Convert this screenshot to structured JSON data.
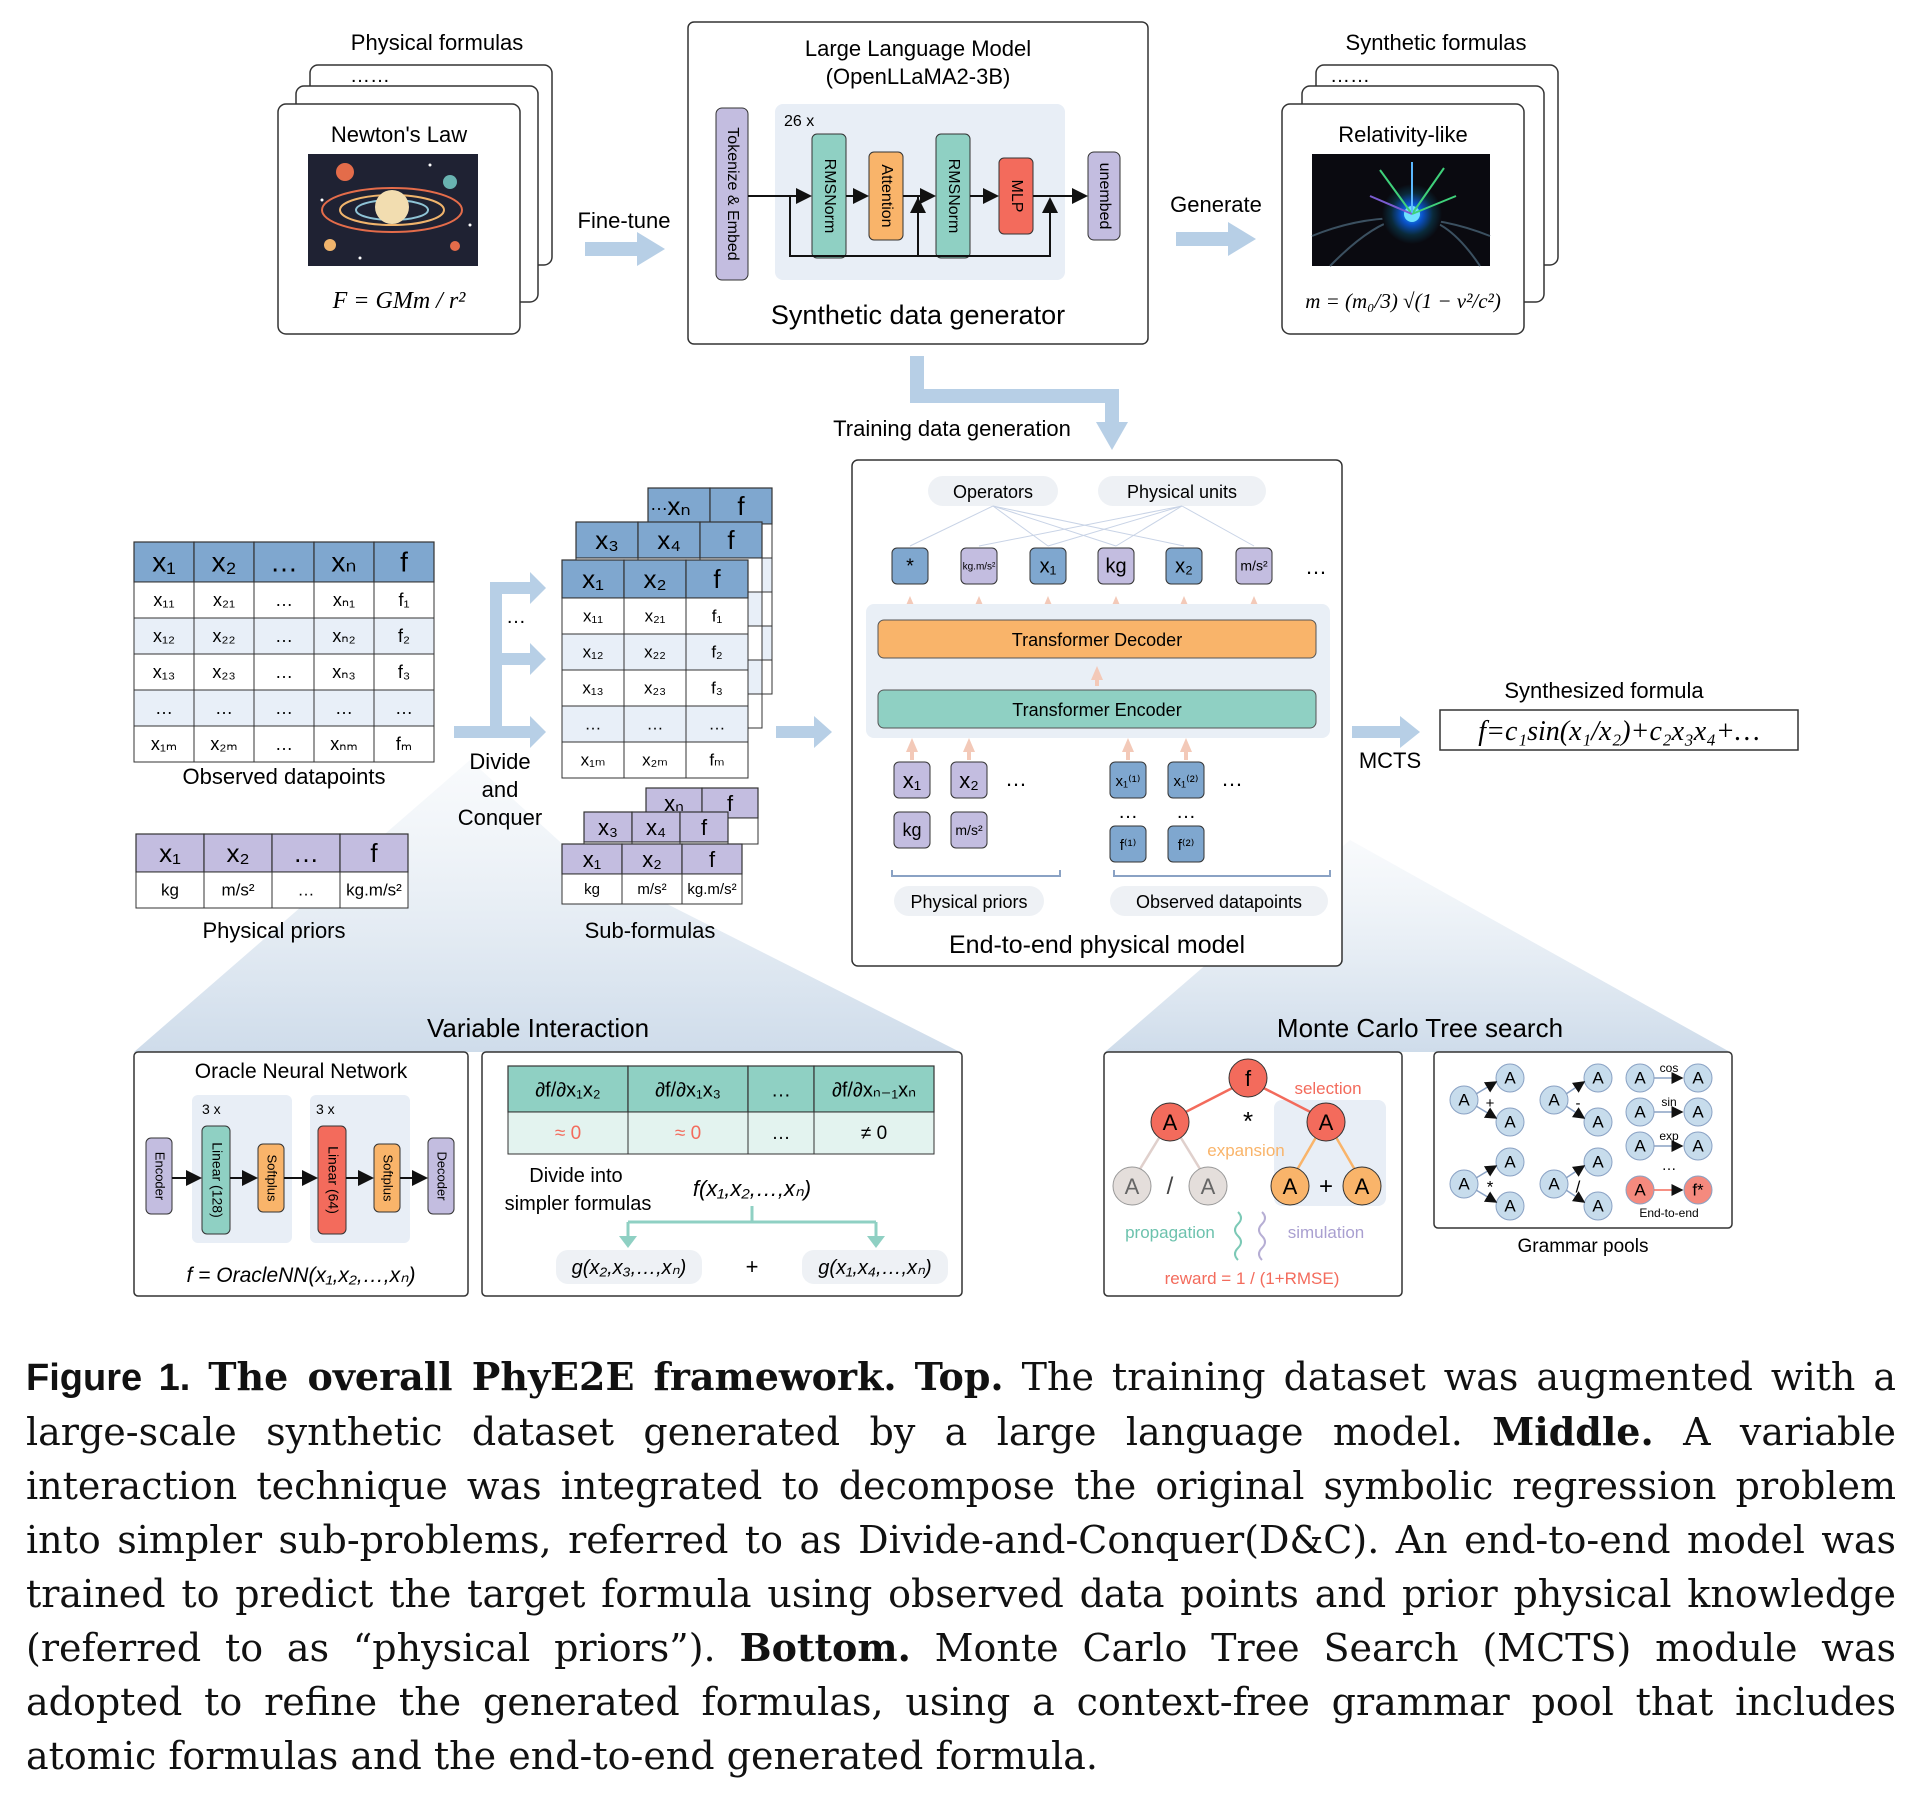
{
  "top": {
    "physical_formulas_title": "Physical formulas",
    "physical_formulas_dots": "……",
    "newtons_law_title": "Newton's Law",
    "newton_formula": "F = GMm / r²",
    "fine_tune": "Fine-tune",
    "llm_title": "Large Language Model",
    "llm_subtitle": "(OpenLLaMA2-3B)",
    "layer_repeat": "26 x",
    "tokenize_embed": "Tokenize & Embed",
    "rmsnorm": "RMSNorm",
    "attention": "Attention",
    "mlp": "MLP",
    "unembed": "unembed",
    "generator_label": "Synthetic data generator",
    "generate": "Generate",
    "synthetic_formulas_title": "Synthetic formulas",
    "synthetic_formulas_dots": "……",
    "relativity_title": "Relativity-like",
    "relativity_formula": "m = (m₀/3) √(1 − v²/c²)",
    "training_data_generation": "Training data generation"
  },
  "middle": {
    "observed_table": {
      "header": [
        "x₁",
        "x₂",
        "…",
        "xₙ",
        "f"
      ],
      "rows": [
        [
          "x₁₁",
          "x₂₁",
          "…",
          "xₙ₁",
          "f₁"
        ],
        [
          "x₁₂",
          "x₂₂",
          "…",
          "xₙ₂",
          "f₂"
        ],
        [
          "x₁₃",
          "x₂₃",
          "…",
          "xₙ₃",
          "f₃"
        ],
        [
          "…",
          "…",
          "…",
          "…",
          "…"
        ],
        [
          "x₁ₘ",
          "x₂ₘ",
          "…",
          "xₙₘ",
          "fₘ"
        ]
      ],
      "label": "Observed datapoints"
    },
    "priors_table": {
      "header": [
        "x₁",
        "x₂",
        "…",
        "f"
      ],
      "row": [
        "kg",
        "m/s²",
        "…",
        "kg.m/s²"
      ],
      "label": "Physical priors"
    },
    "divide_and_conquer": [
      "Divide",
      "and",
      "Conquer"
    ],
    "ellipsis": "…",
    "sub_table": {
      "back_header": [
        "xₙ",
        "f"
      ],
      "mid_header": [
        "x₃",
        "x₄",
        "f"
      ],
      "header": [
        "x₁",
        "x₂",
        "f"
      ],
      "rows": [
        [
          "x₁₁",
          "x₂₁",
          "f₁"
        ],
        [
          "x₁₂",
          "x₂₂",
          "f₂"
        ],
        [
          "x₁₃",
          "x₂₃",
          "f₃"
        ],
        [
          "…",
          "…",
          "…"
        ],
        [
          "x₁ₘ",
          "x₂ₘ",
          "fₘ"
        ]
      ]
    },
    "sub_priors": {
      "back_header": [
        "xₙ",
        "f"
      ],
      "mid_header": [
        "x₃",
        "x₄",
        "f"
      ],
      "header": [
        "x₁",
        "x₂",
        "f"
      ],
      "row": [
        "kg",
        "m/s²",
        "kg.m/s²"
      ]
    },
    "sub_formulas_label": "Sub-formulas",
    "e2e": {
      "operators": "Operators",
      "physical_units": "Physical units",
      "tokens": [
        "*",
        "kg.m/s²",
        "x₁",
        "kg",
        "x₂",
        "m/s²"
      ],
      "more": "…",
      "decoder": "Transformer Decoder",
      "encoder": "Transformer Encoder",
      "in_x1": "x₁",
      "in_x2": "x₂",
      "in_kg": "kg",
      "in_ms2": "m/s²",
      "obs_x1a": "x₁⁽¹⁾",
      "obs_x1b": "x₁⁽²⁾",
      "obs_f1": "f⁽¹⁾",
      "obs_f2": "f⁽²⁾",
      "physical_priors": "Physical priors",
      "observed_datapoints": "Observed datapoints",
      "title": "End-to-end physical model"
    },
    "mcts": "MCTS",
    "synthesized_title": "Synthesized formula",
    "synthesized_formula": "f=c₁sin(x₁/x₂)+c₂x₃x₄+…"
  },
  "bottom": {
    "variable_interaction": "Variable Interaction",
    "oracle_title": "Oracle Neural Network",
    "rep1": "3 x",
    "rep2": "3 x",
    "encoder": "Encoder",
    "linear128": "Linear (128)",
    "softplus": "Softplus",
    "linear64": "Linear (64)",
    "decoder": "Decoder",
    "oracle_formula": "f = OracleNN(x₁,x₂,…,xₙ)",
    "deriv_header": [
      "∂f/∂x₁x₂",
      "∂f/∂x₁x₃",
      "…",
      "∂f/∂xₙ₋₁xₙ"
    ],
    "deriv_values": [
      "≈ 0",
      "≈ 0",
      "…",
      "≠ 0"
    ],
    "divide_text_1": "Divide into",
    "divide_text_2": "simpler formulas",
    "f_expr": "f(x₁,x₂,…,xₙ)",
    "g1": "g(x₂,x₃,…,xₙ)",
    "plus": "+",
    "g2": "g(x₁,x₄,…,xₙ)",
    "mcts_title": "Monte Carlo Tree search",
    "node_f": "f",
    "node_A": "A",
    "star": "*",
    "slash": "/",
    "selection": "selection",
    "expansion": "expansion",
    "propagation": "propagation",
    "simulation": "simulation",
    "reward": "reward = 1 / (1+RMSE)",
    "grammar_ops": [
      "+",
      "-",
      "cos",
      "sin",
      "exp",
      "*",
      "/",
      "…"
    ],
    "end_to_end": "End-to-end",
    "f_star": "f*",
    "grammar_pools": "Grammar pools"
  },
  "caption": {
    "figure": "Figure 1.",
    "title": "The overall PhyE2E framework.",
    "top_label": "Top.",
    "top_text": "The training dataset was augmented with a large-scale synthetic dataset generated by a large language model.",
    "middle_label": "Middle.",
    "middle_text": "A variable interaction technique was integrated to decompose the original symbolic regression problem into simpler sub-problems, referred to as Divide-and-Conquer(D&C). An end-to-end model was trained to predict the target formula using observed data points and prior physical knowledge (referred to as “physical priors”).",
    "bottom_label": "Bottom.",
    "bottom_text": "Monte Carlo Tree Search (MCTS) module was adopted to refine the generated formulas, using a context-free grammar pool that includes atomic formulas and the end-to-end generated formula."
  },
  "colors": {
    "blue_header": "#7fa7cf",
    "purple": "#c3bde0",
    "teal": "#8fd0c3",
    "orange": "#f9b46a",
    "red": "#f36b5c",
    "arrow_blue": "#b7cfe6",
    "panel_bg": "#eef3f8"
  }
}
